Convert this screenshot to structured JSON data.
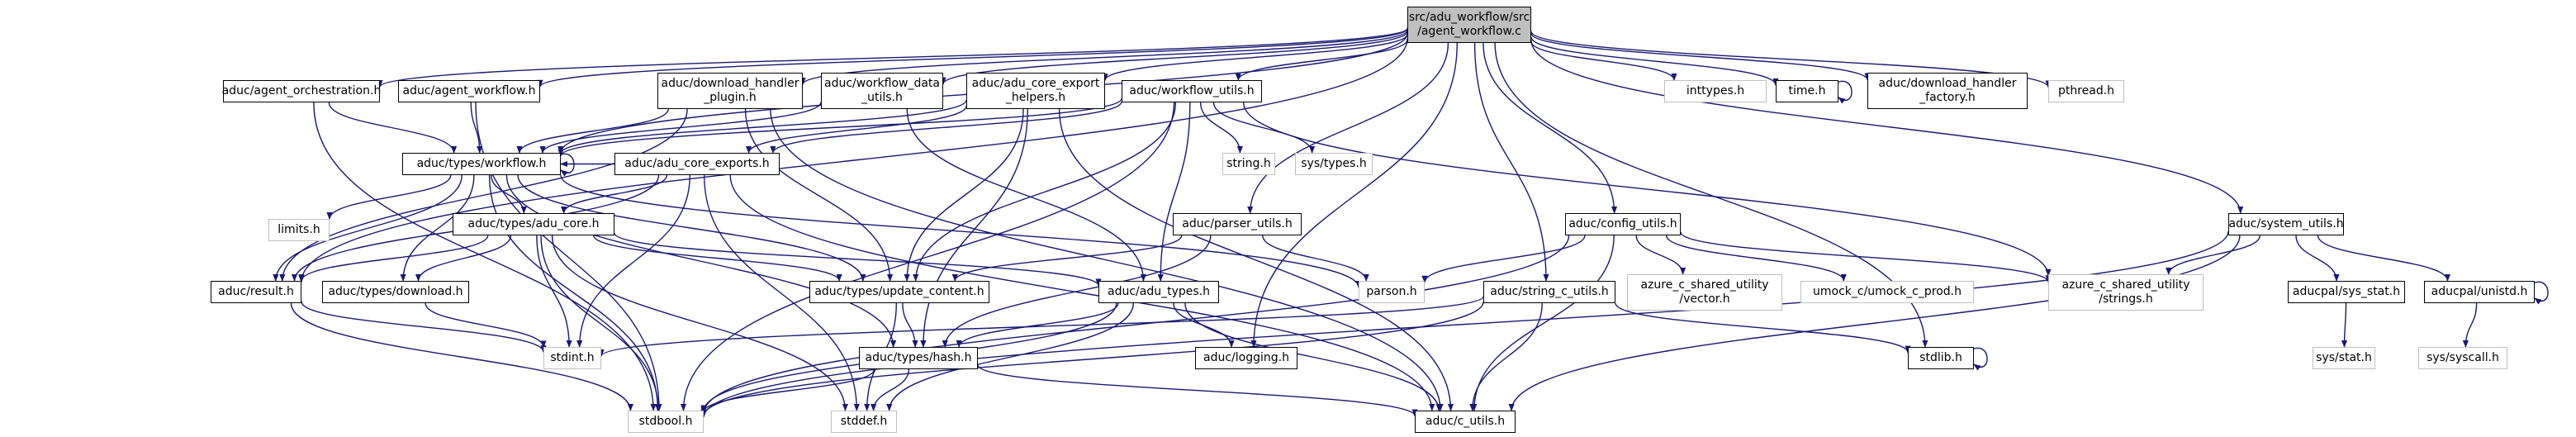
{
  "colors": {
    "edge": "#191970",
    "local_border": "#000000",
    "external_border": "#bfbfbf",
    "root_fill": "#bfbfbf",
    "background": "#ffffff"
  },
  "nodes": {
    "root": {
      "label": [
        "src/adu_workflow/src",
        "/agent_workflow.c"
      ],
      "kind": "root"
    },
    "agent_orchestration": {
      "label": [
        "aduc/agent_orchestration.h"
      ],
      "kind": "local"
    },
    "agent_workflow": {
      "label": [
        "aduc/agent_workflow.h"
      ],
      "kind": "local"
    },
    "download_plugin": {
      "label": [
        "aduc/download_handler",
        "_plugin.h"
      ],
      "kind": "local"
    },
    "workflow_data": {
      "label": [
        "aduc/workflow_data",
        "_utils.h"
      ],
      "kind": "local"
    },
    "core_export_helpers": {
      "label": [
        "aduc/adu_core_export",
        "_helpers.h"
      ],
      "kind": "local"
    },
    "workflow_utils": {
      "label": [
        "aduc/workflow_utils.h"
      ],
      "kind": "local"
    },
    "inttypes": {
      "label": [
        "inttypes.h"
      ],
      "kind": "ext"
    },
    "time": {
      "label": [
        "time.h"
      ],
      "kind": "local"
    },
    "download_factory": {
      "label": [
        "aduc/download_handler",
        "_factory.h"
      ],
      "kind": "local"
    },
    "pthread": {
      "label": [
        "pthread.h"
      ],
      "kind": "ext"
    },
    "types_workflow": {
      "label": [
        "aduc/types/workflow.h"
      ],
      "kind": "local"
    },
    "adu_core_exports": {
      "label": [
        "aduc/adu_core_exports.h"
      ],
      "kind": "local"
    },
    "string_h": {
      "label": [
        "string.h"
      ],
      "kind": "ext"
    },
    "sys_types": {
      "label": [
        "sys/types.h"
      ],
      "kind": "ext"
    },
    "limits": {
      "label": [
        "limits.h"
      ],
      "kind": "ext"
    },
    "types_adu_core": {
      "label": [
        "aduc/types/adu_core.h"
      ],
      "kind": "local"
    },
    "parser_utils": {
      "label": [
        "aduc/parser_utils.h"
      ],
      "kind": "local"
    },
    "config_utils": {
      "label": [
        "aduc/config_utils.h"
      ],
      "kind": "local"
    },
    "system_utils": {
      "label": [
        "aduc/system_utils.h"
      ],
      "kind": "local"
    },
    "result": {
      "label": [
        "aduc/result.h"
      ],
      "kind": "local"
    },
    "types_download": {
      "label": [
        "aduc/types/download.h"
      ],
      "kind": "local"
    },
    "update_content": {
      "label": [
        "aduc/types/update_content.h"
      ],
      "kind": "local"
    },
    "adu_types": {
      "label": [
        "aduc/adu_types.h"
      ],
      "kind": "local"
    },
    "parson": {
      "label": [
        "parson.h"
      ],
      "kind": "ext"
    },
    "string_c_utils": {
      "label": [
        "aduc/string_c_utils.h"
      ],
      "kind": "local"
    },
    "azure_vector": {
      "label": [
        "azure_c_shared_utility",
        "/vector.h"
      ],
      "kind": "ext"
    },
    "umock": {
      "label": [
        "umock_c/umock_c_prod.h"
      ],
      "kind": "ext"
    },
    "azure_strings": {
      "label": [
        "azure_c_shared_utility",
        "/strings.h"
      ],
      "kind": "ext"
    },
    "sys_stat_h": {
      "label": [
        "aducpal/sys_stat.h"
      ],
      "kind": "local"
    },
    "aducpal_unistd": {
      "label": [
        "aducpal/unistd.h"
      ],
      "kind": "local"
    },
    "stdint": {
      "label": [
        "stdint.h"
      ],
      "kind": "ext"
    },
    "hash": {
      "label": [
        "aduc/types/hash.h"
      ],
      "kind": "local"
    },
    "logging": {
      "label": [
        "aduc/logging.h"
      ],
      "kind": "local"
    },
    "stdlib": {
      "label": [
        "stdlib.h"
      ],
      "kind": "local"
    },
    "sys_stat": {
      "label": [
        "sys/stat.h"
      ],
      "kind": "ext"
    },
    "sys_syscall": {
      "label": [
        "sys/syscall.h"
      ],
      "kind": "ext"
    },
    "stdbool": {
      "label": [
        "stdbool.h"
      ],
      "kind": "ext"
    },
    "stddef": {
      "label": [
        "stddef.h"
      ],
      "kind": "ext"
    },
    "c_utils": {
      "label": [
        "aduc/c_utils.h"
      ],
      "kind": "local"
    }
  },
  "edges": [
    [
      "root",
      "agent_orchestration"
    ],
    [
      "root",
      "agent_workflow"
    ],
    [
      "root",
      "download_plugin"
    ],
    [
      "root",
      "workflow_data"
    ],
    [
      "root",
      "core_export_helpers"
    ],
    [
      "root",
      "workflow_utils"
    ],
    [
      "root",
      "inttypes"
    ],
    [
      "root",
      "time"
    ],
    [
      "root",
      "download_factory"
    ],
    [
      "root",
      "pthread"
    ],
    [
      "root",
      "types_workflow"
    ],
    [
      "root",
      "result"
    ],
    [
      "root",
      "parser_utils"
    ],
    [
      "root",
      "config_utils"
    ],
    [
      "root",
      "system_utils"
    ],
    [
      "root",
      "string_c_utils"
    ],
    [
      "root",
      "logging"
    ],
    [
      "root",
      "stdlib"
    ],
    [
      "agent_orchestration",
      "types_workflow"
    ],
    [
      "agent_orchestration",
      "stdbool"
    ],
    [
      "agent_workflow",
      "types_workflow"
    ],
    [
      "agent_workflow",
      "stdbool"
    ],
    [
      "download_plugin",
      "types_workflow"
    ],
    [
      "download_plugin",
      "update_content"
    ],
    [
      "download_plugin",
      "result"
    ],
    [
      "download_plugin",
      "c_utils"
    ],
    [
      "workflow_data",
      "types_workflow"
    ],
    [
      "workflow_data",
      "adu_types"
    ],
    [
      "core_export_helpers",
      "types_workflow"
    ],
    [
      "core_export_helpers",
      "adu_core_exports"
    ],
    [
      "core_export_helpers",
      "update_content"
    ],
    [
      "core_export_helpers",
      "hash"
    ],
    [
      "core_export_helpers",
      "c_utils"
    ],
    [
      "workflow_utils",
      "types_workflow"
    ],
    [
      "workflow_utils",
      "adu_core_exports"
    ],
    [
      "workflow_utils",
      "string_h"
    ],
    [
      "workflow_utils",
      "sys_types"
    ],
    [
      "workflow_utils",
      "adu_types"
    ],
    [
      "workflow_utils",
      "update_content"
    ],
    [
      "workflow_utils",
      "stdbool"
    ],
    [
      "workflow_utils",
      "azure_strings"
    ],
    [
      "time",
      "time"
    ],
    [
      "types_workflow",
      "types_workflow"
    ],
    [
      "types_workflow",
      "limits"
    ],
    [
      "types_workflow",
      "types_adu_core"
    ],
    [
      "types_workflow",
      "result"
    ],
    [
      "types_workflow",
      "types_download"
    ],
    [
      "types_workflow",
      "update_content"
    ],
    [
      "types_workflow",
      "hash"
    ],
    [
      "types_workflow",
      "parson"
    ],
    [
      "types_workflow",
      "stdbool"
    ],
    [
      "adu_core_exports",
      "types_adu_core"
    ],
    [
      "adu_core_exports",
      "result"
    ],
    [
      "adu_core_exports",
      "stdint"
    ],
    [
      "adu_core_exports",
      "stddef"
    ],
    [
      "adu_core_exports",
      "c_utils"
    ],
    [
      "adu_core_exports",
      "types_workflow"
    ],
    [
      "types_adu_core",
      "result"
    ],
    [
      "types_adu_core",
      "types_download"
    ],
    [
      "types_adu_core",
      "update_content"
    ],
    [
      "types_adu_core",
      "adu_types"
    ],
    [
      "types_adu_core",
      "stdint"
    ],
    [
      "types_adu_core",
      "stdbool"
    ],
    [
      "types_adu_core",
      "stddef"
    ],
    [
      "parser_utils",
      "update_content"
    ],
    [
      "parser_utils",
      "hash"
    ],
    [
      "parser_utils",
      "parson"
    ],
    [
      "config_utils",
      "parson"
    ],
    [
      "config_utils",
      "azure_vector"
    ],
    [
      "config_utils",
      "umock"
    ],
    [
      "config_utils",
      "azure_strings"
    ],
    [
      "config_utils",
      "stdbool"
    ],
    [
      "config_utils",
      "c_utils"
    ],
    [
      "system_utils",
      "azure_strings"
    ],
    [
      "system_utils",
      "sys_stat_h"
    ],
    [
      "system_utils",
      "aducpal_unistd"
    ],
    [
      "system_utils",
      "stdbool"
    ],
    [
      "system_utils",
      "c_utils"
    ],
    [
      "result",
      "stdint"
    ],
    [
      "result",
      "stdbool"
    ],
    [
      "types_download",
      "stdint"
    ],
    [
      "update_content",
      "hash"
    ],
    [
      "update_content",
      "stddef"
    ],
    [
      "adu_types",
      "logging"
    ],
    [
      "adu_types",
      "hash"
    ],
    [
      "adu_types",
      "stdbool"
    ],
    [
      "adu_types",
      "stddef"
    ],
    [
      "adu_types",
      "c_utils"
    ],
    [
      "string_c_utils",
      "stdlib"
    ],
    [
      "string_c_utils",
      "stdint"
    ],
    [
      "string_c_utils",
      "stdbool"
    ],
    [
      "string_c_utils",
      "c_utils"
    ],
    [
      "sys_stat_h",
      "sys_stat"
    ],
    [
      "aducpal_unistd",
      "aducpal_unistd"
    ],
    [
      "aducpal_unistd",
      "sys_syscall"
    ],
    [
      "stdlib",
      "stdlib"
    ],
    [
      "hash",
      "stdbool"
    ],
    [
      "hash",
      "stddef"
    ],
    [
      "hash",
      "c_utils"
    ]
  ]
}
